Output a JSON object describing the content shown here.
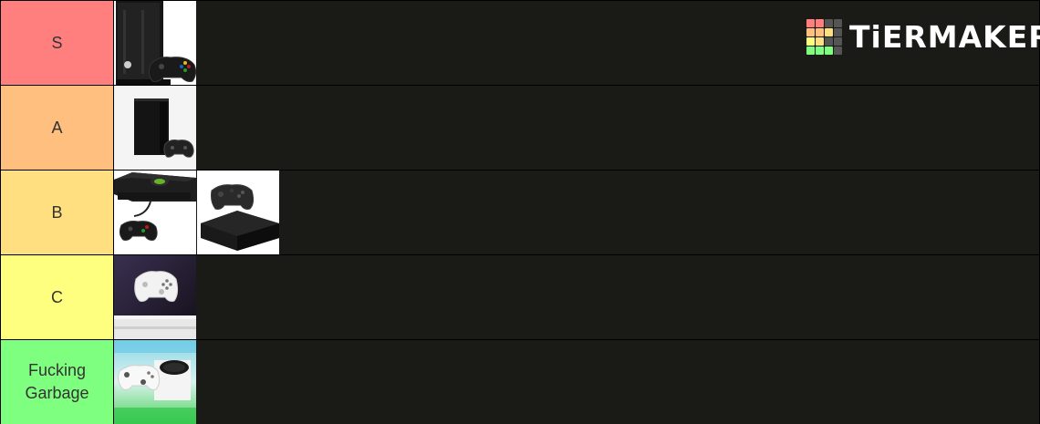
{
  "logo": {
    "text": "TiERMAKER",
    "grid_colors": [
      "#ff7f7f",
      "#ff7f7f",
      "#555555",
      "#555555",
      "#ffbf7f",
      "#ffbf7f",
      "#ffdf7f",
      "#555555",
      "#ffff7f",
      "#ffdf7f",
      "#555555",
      "#555555",
      "#7fff7f",
      "#7fff7f",
      "#7fff7f",
      "#555555"
    ]
  },
  "tiers": [
    {
      "label": "S",
      "color": "#ff7f7f",
      "items": [
        "xbox-360-slim-console-image"
      ]
    },
    {
      "label": "A",
      "color": "#ffbf7f",
      "items": [
        "xbox-series-x-console-image"
      ]
    },
    {
      "label": "B",
      "color": "#ffdf7f",
      "items": [
        "original-xbox-console-image",
        "xbox-one-x-console-image"
      ]
    },
    {
      "label": "C",
      "color": "#ffff7f",
      "items": [
        "xbox-one-s-console-image"
      ]
    },
    {
      "label": "Fucking\nGarbage",
      "color": "#7fff7f",
      "items": [
        "xbox-series-s-console-image"
      ]
    }
  ],
  "colors": {
    "items_background": "#1a1a17",
    "divider": "#000000"
  }
}
